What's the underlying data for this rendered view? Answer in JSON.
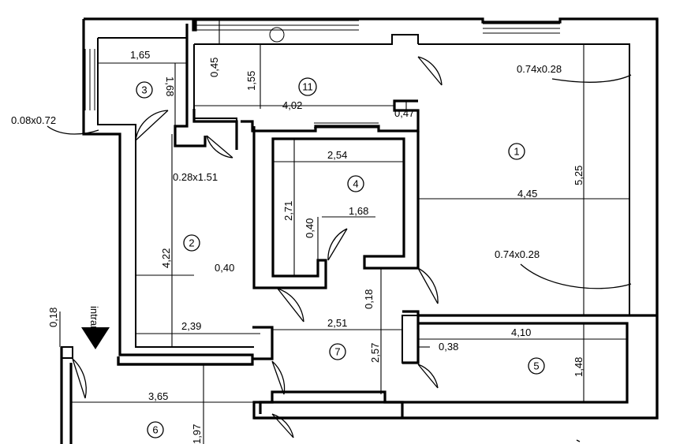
{
  "rooms": [
    "1",
    "2",
    "3",
    "4",
    "5",
    "6",
    "7",
    "11"
  ],
  "dimensions": {
    "d_1_65": "1,65",
    "d_1_68_r3": "1,68",
    "d_0_45": "0,45",
    "d_1_55": "1,55",
    "d_4_02": "4,02",
    "d_0_47": "0,47",
    "d_2_54": "2,54",
    "d_2_71": "2,71",
    "d_0_40_r4": "0,40",
    "d_1_68_r4": "1,68",
    "d_4_45": "4,45",
    "d_5_25": "5,25",
    "d_4_22": "4,22",
    "d_0_40_r2": "0,40",
    "d_2_39": "2,39",
    "d_0_18_r7": "0,18",
    "d_2_51": "2,51",
    "d_2_57": "2,57",
    "d_4_10": "4,10",
    "d_0_38": "0,38",
    "d_1_48": "1,48",
    "d_0_18_entry": "0,18",
    "d_3_65": "3,65",
    "d_1_97": "1,97"
  },
  "openings": {
    "o_0_74_top": "0.74x0.28",
    "o_0_74_bottom": "0.74x0.28",
    "o_0_08": "0.08x0.72",
    "o_0_28": "0.28x1.51"
  },
  "entrance_label": "intrare"
}
